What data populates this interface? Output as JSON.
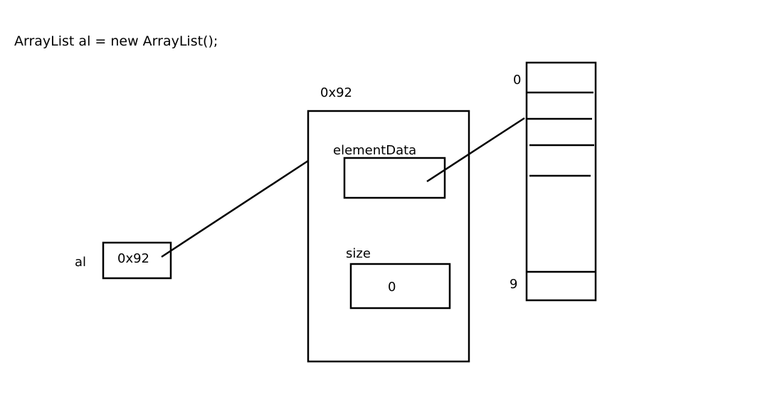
{
  "code": {
    "statement": "ArrayList al = new ArrayList();"
  },
  "variable": {
    "name": "al",
    "value": "0x92"
  },
  "heap_object": {
    "address": "0x92",
    "fields": [
      {
        "name": "elementData",
        "value": ""
      },
      {
        "name": "size",
        "value": "0"
      }
    ]
  },
  "array": {
    "first_index": "0",
    "last_index": "9"
  },
  "colors": {
    "background": "#ffffff",
    "stroke": "#000000"
  }
}
